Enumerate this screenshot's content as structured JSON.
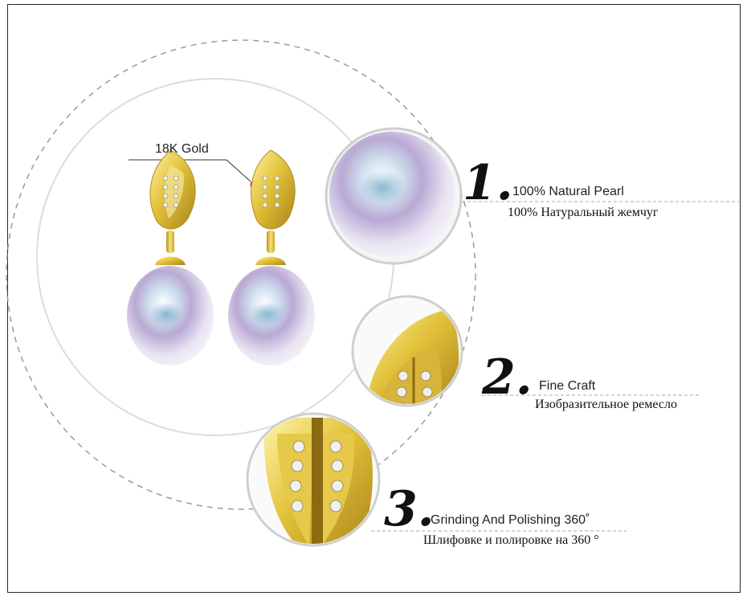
{
  "gold_label": "18K Gold",
  "features": [
    {
      "number": "1.",
      "title_en": "100% Natural Pearl",
      "title_ru": "100% Натуральный жемчуг"
    },
    {
      "number": "2.",
      "title_en": "Fine Craft",
      "title_ru": "Изобразительное ремесло"
    },
    {
      "number": "3.",
      "title_en": "Grinding And Polishing 360˚",
      "title_ru": "Шлифовке и полировке на 360 °"
    }
  ],
  "colors": {
    "gold": "#d9b92f",
    "gold_dark": "#a8841a",
    "pearl": "#dcd8ec",
    "pearl_blue": "#8fb3cf",
    "frame": "#2a2a2a"
  }
}
